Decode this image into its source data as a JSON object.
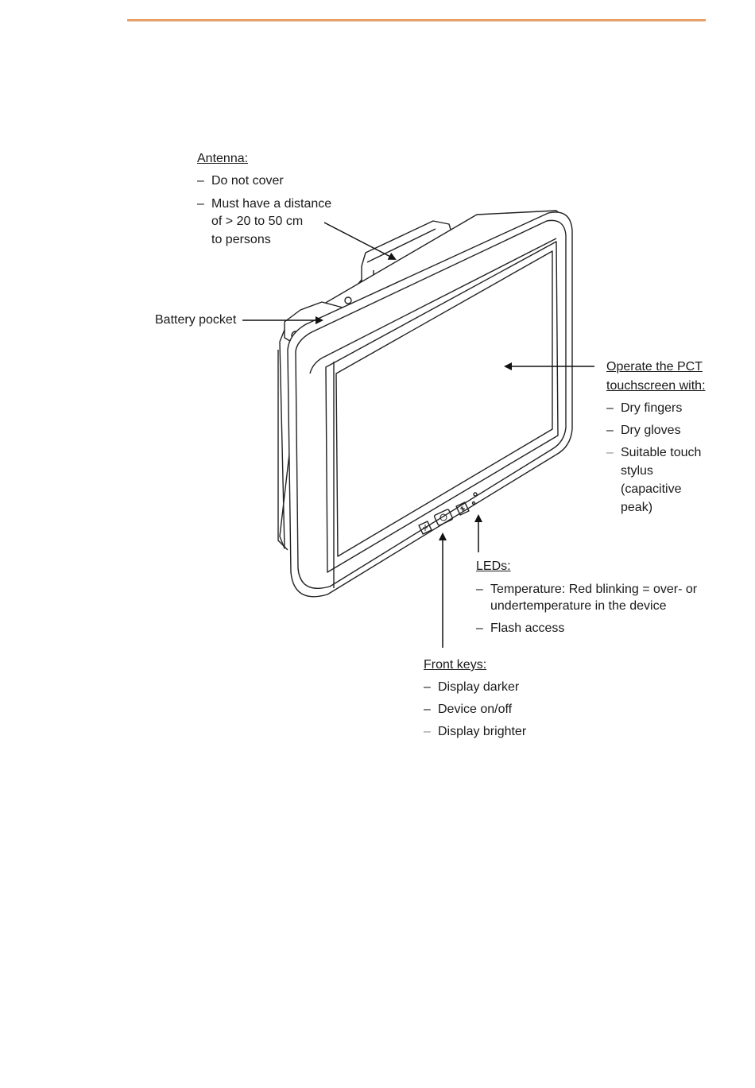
{
  "page": {
    "rule_color": "#E8A06A"
  },
  "antenna": {
    "heading": "Antenna:",
    "items": [
      "Do not cover",
      "Must have a distance",
      "of > 20 to 50 cm",
      "to persons"
    ]
  },
  "battery": {
    "label": "Battery pocket"
  },
  "touchscreen": {
    "heading_line1": "Operate the PCT",
    "heading_line2": "touchscreen with:",
    "items": [
      "Dry fingers",
      "Dry gloves",
      "Suitable touch",
      "stylus",
      "(capacitive",
      "peak)"
    ]
  },
  "leds": {
    "heading": "LEDs:",
    "items": [
      "Temperature: Red blinking = over- or",
      "undertemperature in the device",
      "Flash access"
    ]
  },
  "front_keys": {
    "heading": "Front keys:",
    "items": [
      "Display darker",
      "Device on/off",
      "Display brighter"
    ]
  },
  "dash": "–",
  "icons": {
    "darker_key": "sun-minus-icon",
    "power_key": "power-icon",
    "brighter_key": "sun-plus-icon"
  }
}
